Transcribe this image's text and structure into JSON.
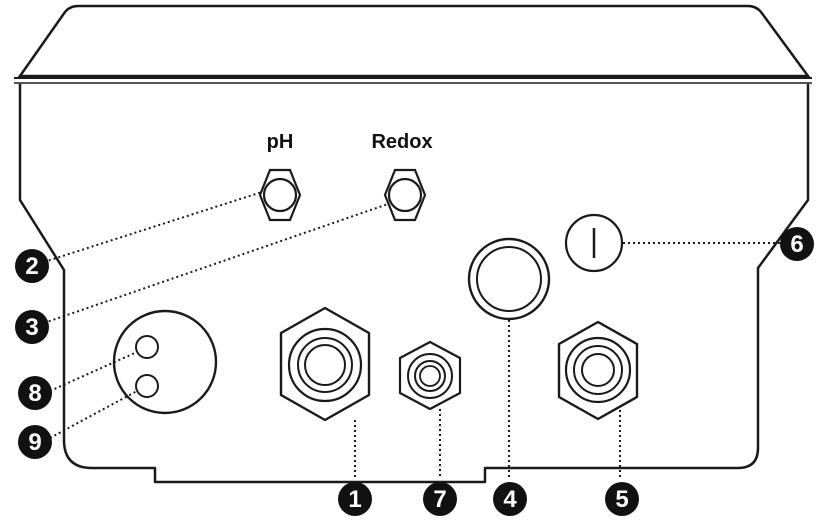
{
  "labels": {
    "ph": "pH",
    "redox": "Redox"
  },
  "callouts": {
    "n1": "1",
    "n2": "2",
    "n3": "3",
    "n4": "4",
    "n5": "5",
    "n6": "6",
    "n7": "7",
    "n8": "8",
    "n9": "9"
  },
  "switch_symbol": "|",
  "colors": {
    "line": "#1a1a1a",
    "background": "#ffffff",
    "badge": "#111111"
  }
}
